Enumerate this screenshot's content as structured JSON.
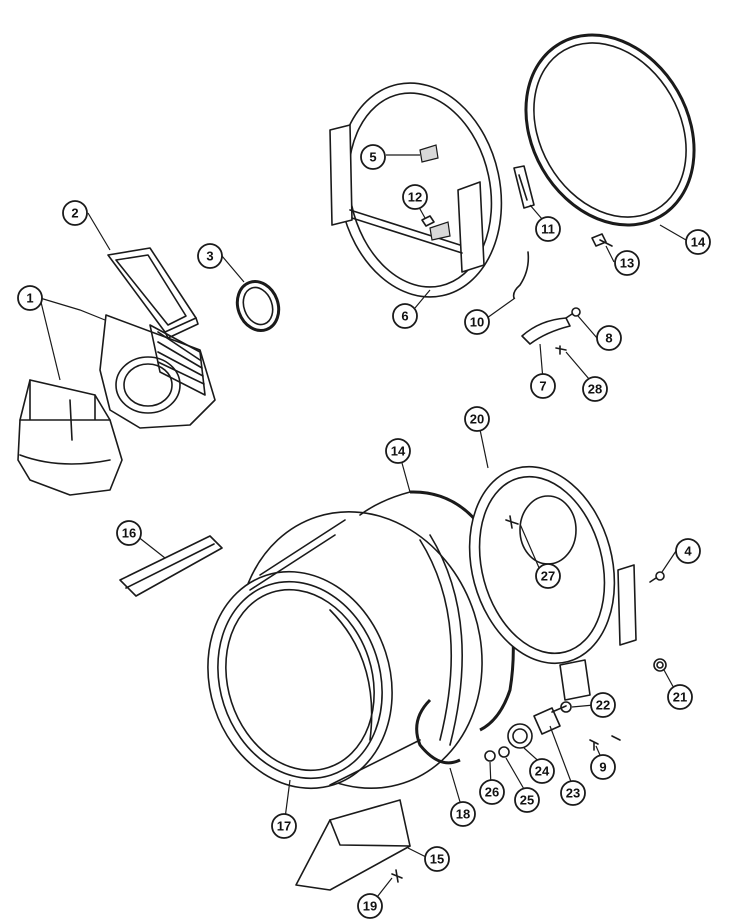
{
  "callouts": [
    {
      "id": "1",
      "label": "1"
    },
    {
      "id": "2",
      "label": "2"
    },
    {
      "id": "3",
      "label": "3"
    },
    {
      "id": "4",
      "label": "4"
    },
    {
      "id": "5",
      "label": "5"
    },
    {
      "id": "6",
      "label": "6"
    },
    {
      "id": "7",
      "label": "7"
    },
    {
      "id": "8",
      "label": "8"
    },
    {
      "id": "9",
      "label": "9"
    },
    {
      "id": "10",
      "label": "10"
    },
    {
      "id": "11",
      "label": "11"
    },
    {
      "id": "12",
      "label": "12"
    },
    {
      "id": "13",
      "label": "13"
    },
    {
      "id": "14a",
      "label": "14"
    },
    {
      "id": "14b",
      "label": "14"
    },
    {
      "id": "15",
      "label": "15"
    },
    {
      "id": "16",
      "label": "16"
    },
    {
      "id": "17",
      "label": "17"
    },
    {
      "id": "18",
      "label": "18"
    },
    {
      "id": "19",
      "label": "19"
    },
    {
      "id": "20",
      "label": "20"
    },
    {
      "id": "21",
      "label": "21"
    },
    {
      "id": "22",
      "label": "22"
    },
    {
      "id": "23",
      "label": "23"
    },
    {
      "id": "24",
      "label": "24"
    },
    {
      "id": "25",
      "label": "25"
    },
    {
      "id": "26",
      "label": "26"
    },
    {
      "id": "27",
      "label": "27"
    },
    {
      "id": "28",
      "label": "28"
    }
  ]
}
